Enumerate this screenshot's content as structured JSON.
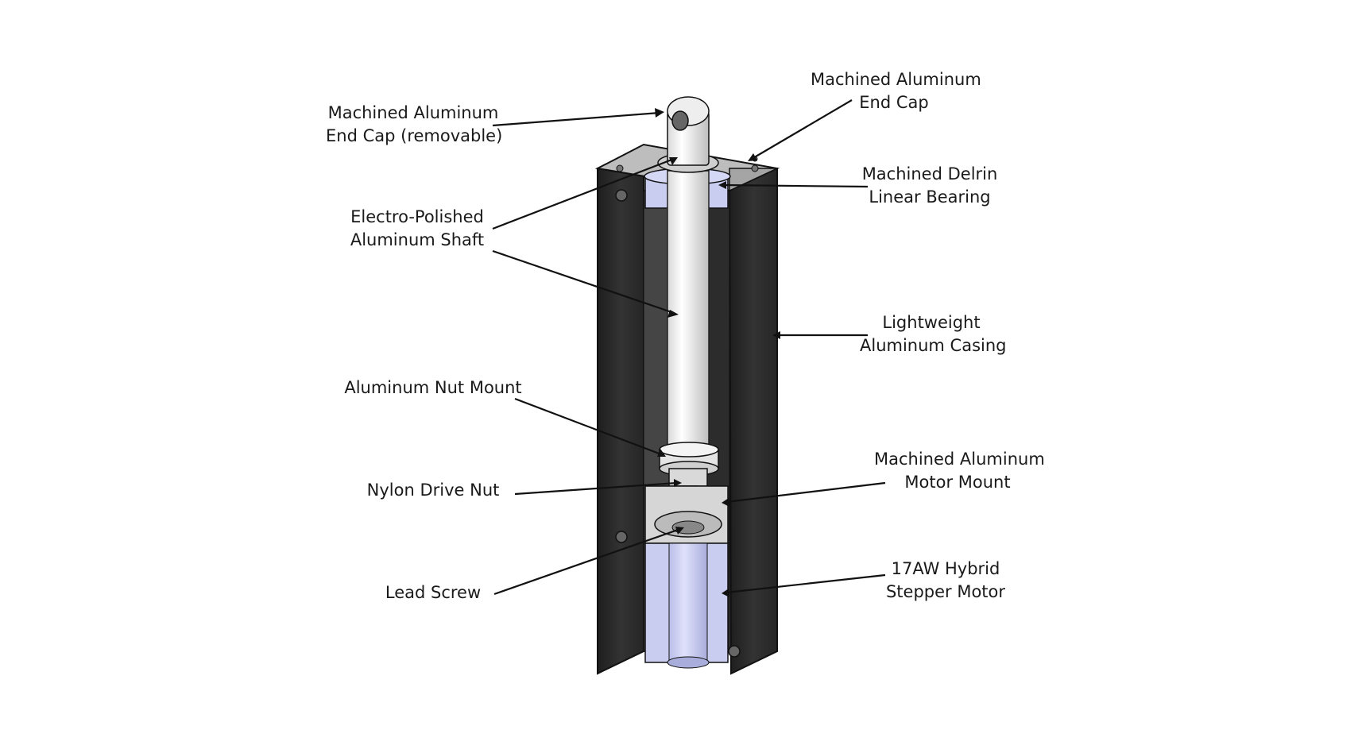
{
  "labels": {
    "end_cap_removable": {
      "line1": "Machined Aluminum",
      "line2": "End Cap (removable)"
    },
    "end_cap": {
      "line1": "Machined Aluminum",
      "line2": "End Cap"
    },
    "delrin_bearing": {
      "line1": "Machined Delrin",
      "line2": "Linear Bearing"
    },
    "shaft": {
      "line1": "Electro-Polished",
      "line2": "Aluminum Shaft"
    },
    "casing": {
      "line1": "Lightweight",
      "line2": "Aluminum Casing"
    },
    "nut_mount": {
      "line1": "Aluminum Nut Mount"
    },
    "motor_mount": {
      "line1": "Machined Aluminum",
      "line2": "Motor Mount"
    },
    "drive_nut": {
      "line1": "Nylon Drive Nut"
    },
    "stepper_motor": {
      "line1": "17AW Hybrid",
      "line2": "Stepper Motor"
    },
    "lead_screw": {
      "line1": "Lead Screw"
    }
  },
  "colors": {
    "casing": "#2b2b2b",
    "casing_edge": "#111111",
    "casing_side": "#4a4a4a",
    "cap_top": "#c9c9c9",
    "bearing": "#c9cdf0",
    "shaft": "#f2f2f2",
    "leader": "#111111",
    "background": "#ffffff"
  }
}
